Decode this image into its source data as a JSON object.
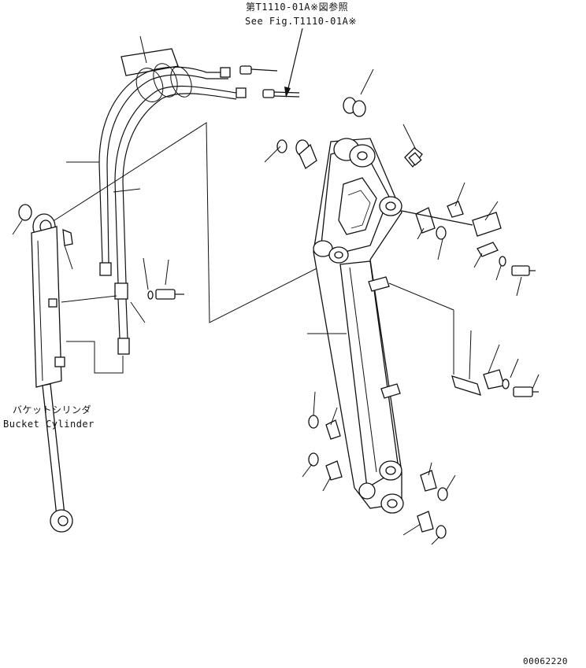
{
  "reference": {
    "jp": "第T1110-01A※図参照",
    "en": "See Fig.T1110-01A※"
  },
  "bucket_cylinder": {
    "jp": "バケットシリンダ",
    "en": "Bucket Cylinder"
  },
  "drawing_number": "00062220"
}
